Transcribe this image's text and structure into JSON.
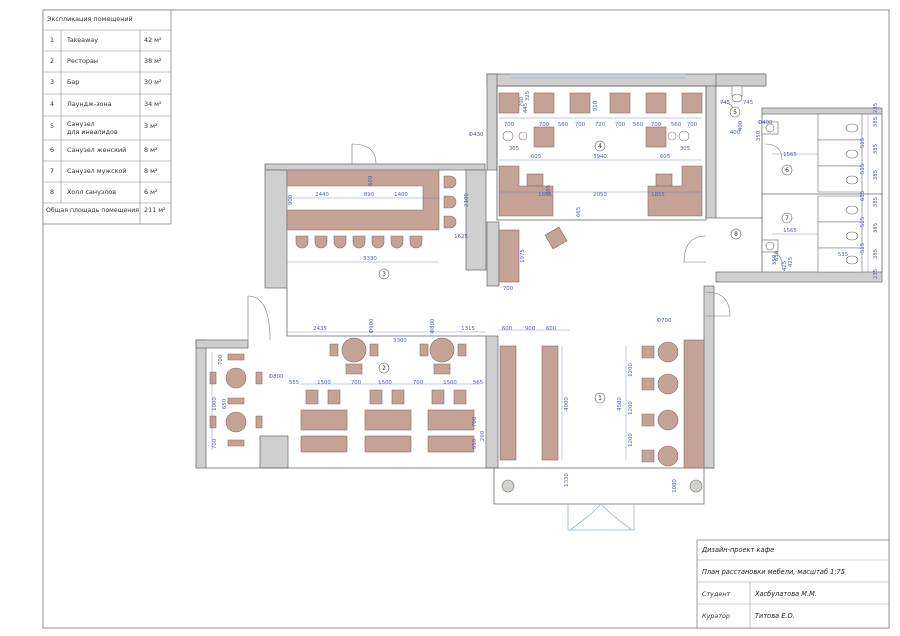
{
  "explication": {
    "title": "Экспликация помещений",
    "rows": [
      {
        "num": "1",
        "name": "Takeaway",
        "area": "42 м²"
      },
      {
        "num": "2",
        "name": "Ресторан",
        "area": "38 м²"
      },
      {
        "num": "3",
        "name": "Бар",
        "area": "30 м²"
      },
      {
        "num": "4",
        "name": "Лаундж-зона",
        "area": "34 м²"
      },
      {
        "num": "5",
        "name": "Санузел для инвалидов",
        "area": "3 м²"
      },
      {
        "num": "6",
        "name": "Санузел женский",
        "area": "8 м²"
      },
      {
        "num": "7",
        "name": "Санузел мужской",
        "area": "8 м²"
      },
      {
        "num": "8",
        "name": "Холл санузлов",
        "area": "6 м²"
      }
    ],
    "total_label": "Общая площадь помещения",
    "total_value": "211 м²"
  },
  "title_block": {
    "project": "Дизайн-проект кафе",
    "sheet": "План расстановки мебели, масштаб 1:75",
    "student_label": "Студент",
    "student_value": "Хасбулатова М.М.",
    "curator_label": "Куратор",
    "curator_value": "Титова Е.О."
  },
  "room_markers": [
    "1",
    "2",
    "3",
    "4",
    "5",
    "6",
    "7",
    "8"
  ],
  "dimensions": {
    "bar": [
      "2440",
      "890",
      "1400",
      "600",
      "900",
      "2100",
      "1625",
      "5330"
    ],
    "lounge": [
      "700",
      "445",
      "700",
      "325",
      "910",
      "700",
      "560",
      "700",
      "720",
      "700",
      "560",
      "700",
      "560",
      "700",
      "305",
      "305",
      "605",
      "3940",
      "605",
      "1855",
      "2050",
      "1855",
      "665",
      "605",
      "Ф430",
      "1975",
      "700"
    ],
    "restaurant": [
      "2435",
      "Ф900",
      "Ф800",
      "1315",
      "3300",
      "Ф800",
      "555",
      "1500",
      "700",
      "1500",
      "700",
      "1500",
      "565",
      "700",
      "1000",
      "650",
      "700",
      "700",
      "200",
      "550"
    ],
    "takeaway": [
      "600",
      "900",
      "600",
      "Ф700",
      "4000",
      "4500",
      "1200",
      "1200",
      "1200",
      "1330",
      "1080"
    ],
    "toilets": [
      "745",
      "745",
      "400",
      "400",
      "Ф400",
      "350",
      "1565",
      "1565",
      "650",
      "350",
      "425",
      "425",
      "535",
      "235",
      "385",
      "515",
      "385",
      "515",
      "385",
      "635",
      "385",
      "515",
      "385",
      "515",
      "385",
      "235"
    ]
  },
  "colors": {
    "furniture": "#c4a396",
    "furniture_stroke": "#8a6a60",
    "wall": "#cfcfcf",
    "dim_blue": "#4a5fb5",
    "line": "#555555"
  }
}
